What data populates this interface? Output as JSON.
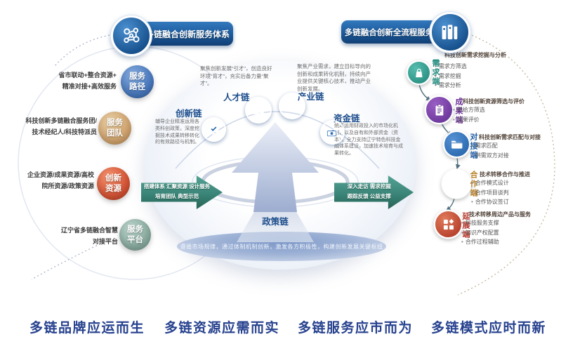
{
  "badges": {
    "left": {
      "label": "多链融合创新服务体系"
    },
    "right": {
      "label": "多链融合创新全流程服务"
    }
  },
  "left_panel": {
    "items": [
      {
        "line1": "省市联动+整合资源+",
        "line2": "精准对接+高效服务",
        "circle_line1": "服务",
        "circle_line2": "路径",
        "color": "#4a79bd"
      },
      {
        "line1": "科技创新多链融合服务团/",
        "line2": "技术经纪人/科技特派员",
        "circle_line1": "服务",
        "circle_line2": "团队",
        "color": "#cfa36f"
      },
      {
        "line1": "企业资源/成果资源/高校",
        "line2": "院所资源/政策资源",
        "circle_line1": "创新",
        "circle_line2": "资源",
        "color": "#d35436"
      },
      {
        "line1": "辽宁省多链融合智慧",
        "line2": "对接平台",
        "circle_line1": "服务",
        "circle_line2": "平台",
        "color": "#8aab9f"
      }
    ]
  },
  "center": {
    "chains": {
      "talent": {
        "label": "人才链",
        "desc": "聚焦创新发展“引才”，创造良好环境“育才”，充实后备力量“聚才”。"
      },
      "industry": {
        "label": "产业链",
        "desc": "聚焦产业需求，建立目标导向的创新和成果转化机制，持续向产业提供关键核心技术，推动产业创新发展。"
      },
      "innovation": {
        "label": "创新链",
        "desc": "辅导企业精准运用各类科创政策，深度挖掘技术成果转移转化的有效路径与机制。"
      },
      "capital": {
        "label": "资金链",
        "desc": "统筹运用财政投入的市场化机制，以及自有和外部资金（资本），全力支持辽宁特色科技金融体系建设，加速技术培育与成果转化。"
      },
      "policy": {
        "label": "政策链"
      }
    },
    "arrow_left": {
      "line1": "搭建体系 汇聚资源 设计服务",
      "line2": "培育团队 典型示范"
    },
    "arrow_right": {
      "line1": "深入走访 需求挖掘",
      "line2": "跟踪反馈 公益支撑"
    },
    "base_note": "遵循市场规律，通过体制机制创新，激发各方积极性，构建创新发展关键枢纽"
  },
  "right_panel": {
    "items": [
      {
        "tag": "需求端",
        "title": "科技创新需求挖掘与分析",
        "color": "#1f8578",
        "bullets": [
          "需求方筛选",
          "需求挖掘",
          "需求分析"
        ]
      },
      {
        "tag": "成果端",
        "title": "科技创新资源筛选与评价",
        "color": "#5e2d8e",
        "bullets": [
          "供给方筛选",
          "成果评价"
        ]
      },
      {
        "tag": "对接端",
        "title": "科技创新需求匹配与对接",
        "color": "#1f5fa6",
        "bullets": [
          "需求匹配",
          "供需双方对接"
        ]
      },
      {
        "tag": "合作端",
        "title": "技术转移合作与推进",
        "color": "#b97f22",
        "bullets": [
          "合作模式设计",
          "合作项目谈判",
          "合作协议签订"
        ]
      },
      {
        "tag": "延展端",
        "title": "技术转移周边产品与服务",
        "color": "#aa2f1f",
        "bullets": [
          "科技服务支撑",
          "知识产权配置",
          "合作过程辅助"
        ]
      }
    ]
  },
  "footer": {
    "titles": [
      "多链品牌应运而生",
      "多链资源应需而实",
      "多链服务应市而为",
      "多链模式应时而新"
    ]
  },
  "icons": {
    "badge_left": "molecule-network-icon",
    "badge_right": "books-icon",
    "talent": "people-icon",
    "industry": "cloud-icon",
    "innovation": "monitor-check-icon",
    "capital": "banknotes-icon",
    "demand": "shopping-bag-icon",
    "achievement": "clipboard-icon",
    "matching": "folder-icon",
    "cooperation": "partners-icon",
    "extension": "blocks-icon"
  },
  "colors": {
    "badge_blue": "#1c5a9b",
    "chain_node_blue": "#1d5a9e",
    "footer_blue": "#26418e",
    "arrow_teal": "#3a8578"
  }
}
